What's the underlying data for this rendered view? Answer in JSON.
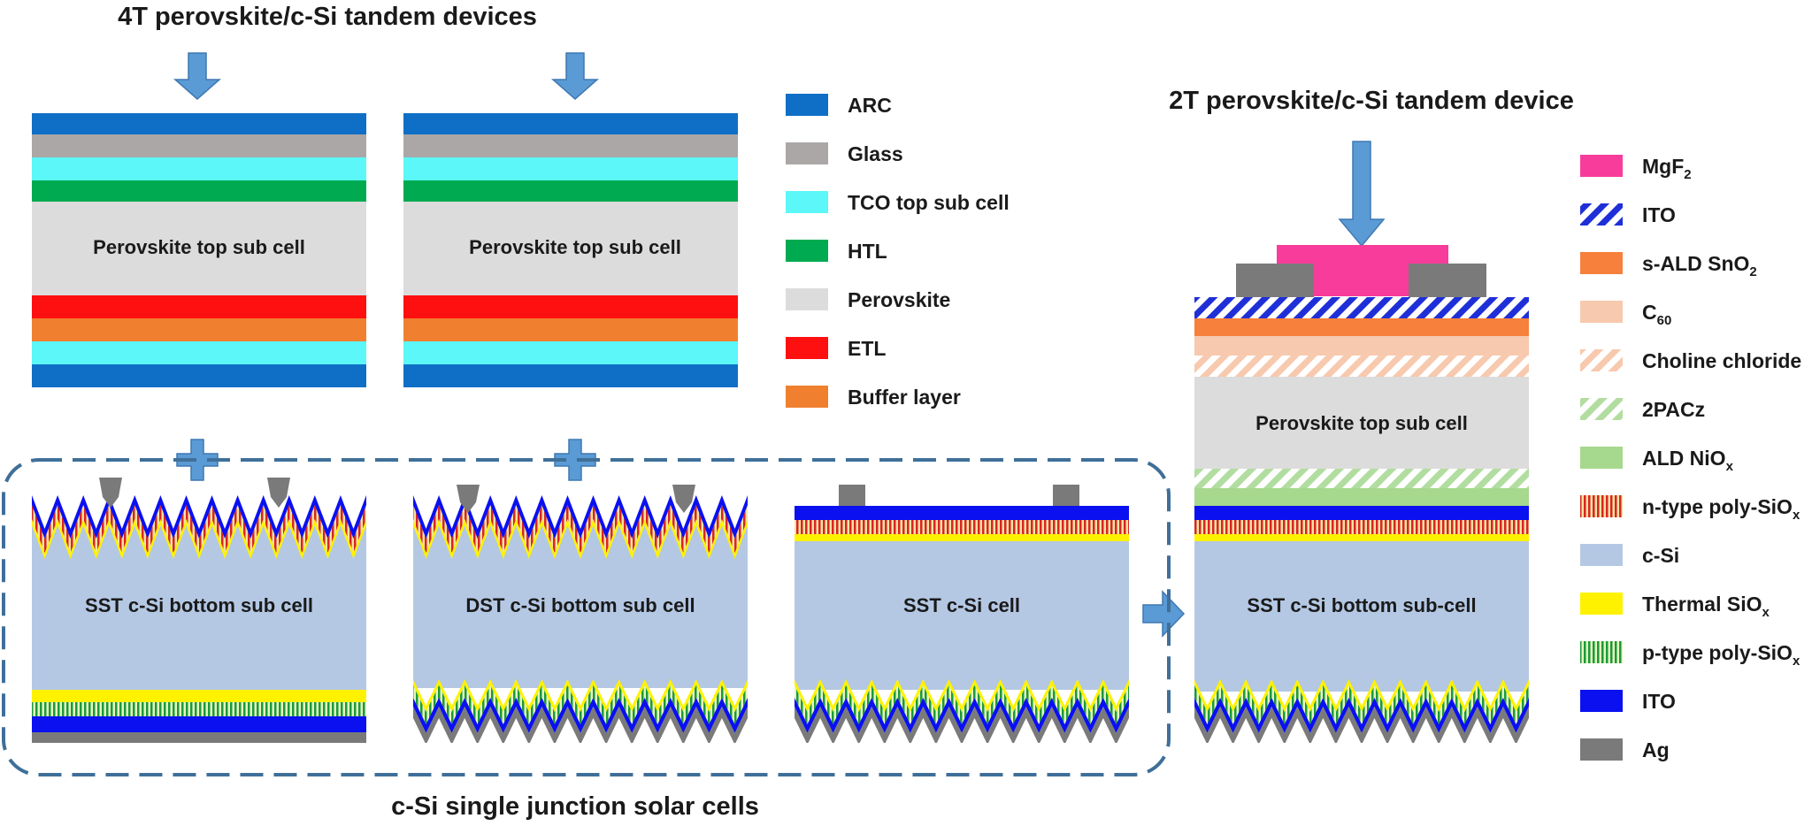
{
  "titles": {
    "four_t": "4T perovskite/c-Si tandem devices",
    "two_t": "2T perovskite/c-Si tandem device",
    "single": "c-Si single junction solar cells"
  },
  "cells": {
    "four_t_left": "Perovskite top sub cell",
    "four_t_right": "Perovskite top sub cell",
    "sst_bottom": "SST c-Si bottom  sub cell",
    "dst_bottom": "DST c-Si bottom sub cell",
    "sst_cell": "SST c-Si cell",
    "two_t_top": "Perovskite top sub cell",
    "two_t_bottom": "SST c-Si bottom sub-cell"
  },
  "legend_left": [
    {
      "label": "ARC",
      "color": "#0F6FC6"
    },
    {
      "label": "Glass",
      "color": "#ABA7A7"
    },
    {
      "label": "TCO top sub cell",
      "color": "#5BF7F9"
    },
    {
      "label": "HTL",
      "color": "#00AA50"
    },
    {
      "label": "Perovskite",
      "color": "#DCDCDC"
    },
    {
      "label": "ETL",
      "color": "#FF1010"
    },
    {
      "label": "Buffer layer",
      "color": "#F08030"
    }
  ],
  "legend_right": [
    {
      "label": "MgF",
      "sub": "2",
      "color": "#F73C9B",
      "pattern": "solid"
    },
    {
      "label": "ITO",
      "sub": "",
      "color": "#1F2FD8",
      "pattern": "hatch"
    },
    {
      "label": "s-ALD SnO",
      "sub": "2",
      "color": "#F7803C",
      "pattern": "solid"
    },
    {
      "label": "C",
      "sub": "60",
      "color": "#F7C9AE",
      "pattern": "solid"
    },
    {
      "label": "Choline chloride",
      "sub": "",
      "color": "#F7C9AE",
      "pattern": "hatch"
    },
    {
      "label": "2PACz",
      "sub": "",
      "color": "#B2DDA0",
      "pattern": "hatch"
    },
    {
      "label": "ALD NiO",
      "sub": "x",
      "color": "#A6D88E",
      "pattern": "solid"
    },
    {
      "label": "n-type poly-SiO",
      "sub": "x",
      "color": "#D92525",
      "pattern": "vlines"
    },
    {
      "label": "c-Si",
      "sub": "",
      "color": "#B4C8E4",
      "pattern": "solid"
    },
    {
      "label": "Thermal SiO",
      "sub": "x",
      "color": "#FFF200",
      "pattern": "solid"
    },
    {
      "label": "p-type poly-SiO",
      "sub": "x",
      "color": "#1A9A3A",
      "pattern": "vlines"
    },
    {
      "label": "ITO",
      "sub": "",
      "color": "#0A10F0",
      "pattern": "solid"
    },
    {
      "label": "Ag",
      "sub": "",
      "color": "#7A7A7A",
      "pattern": "solid"
    }
  ]
}
